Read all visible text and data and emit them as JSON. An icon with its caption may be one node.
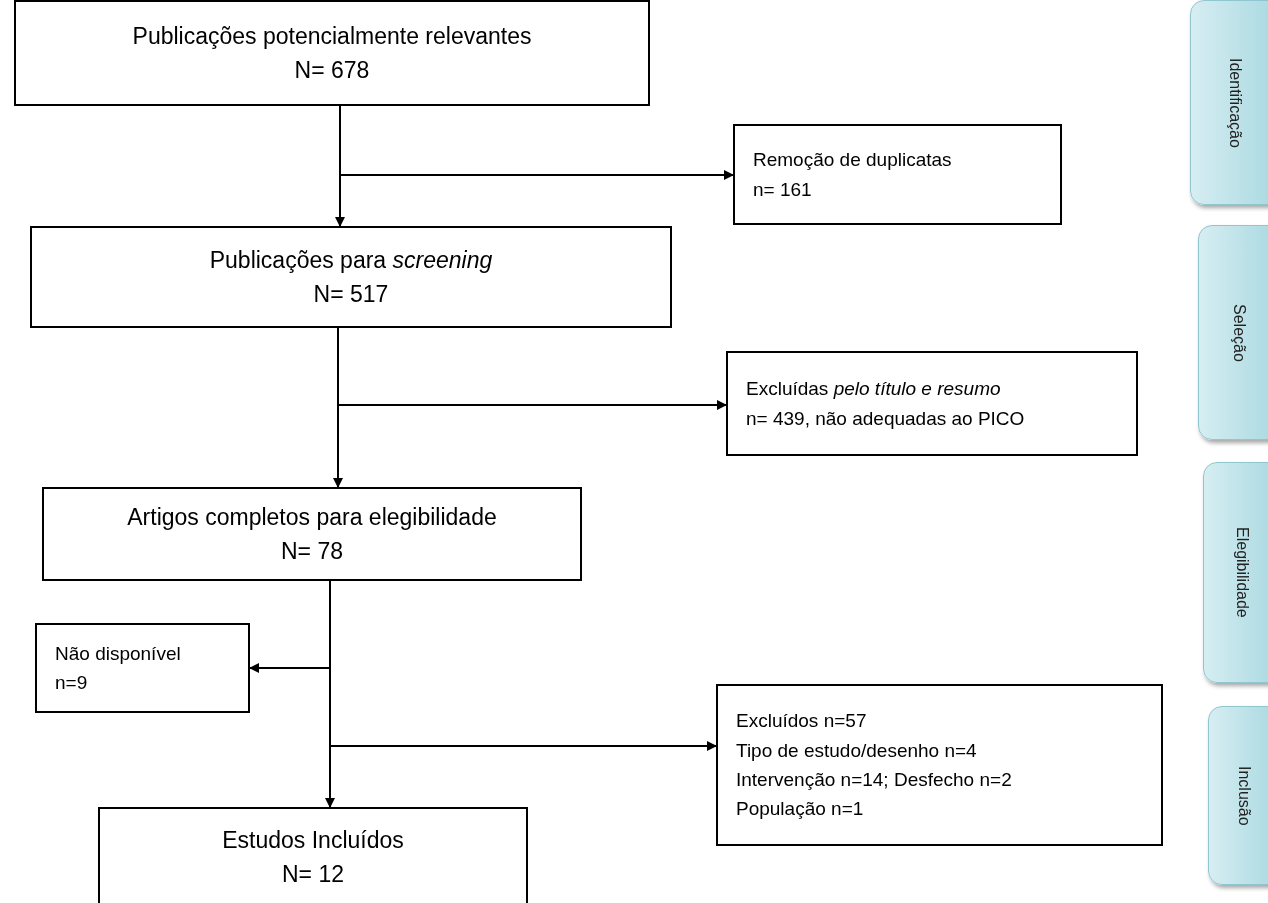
{
  "diagram": {
    "nodes": [
      {
        "text": [
          "Publicações potencialmente relevantes",
          "N= 678"
        ]
      },
      {
        "text": [
          "Remoção de duplicatas",
          "n= 161"
        ]
      },
      {
        "text": [
          "Publicações para *screening*",
          "N= 517"
        ]
      },
      {
        "text": [
          "Excluídas *pelo título e resumo*",
          "n= 439, não adequadas ao PICO"
        ]
      },
      {
        "text": [
          "Artigos completos para elegibilidade",
          "N= 78"
        ]
      },
      {
        "text": [
          "Não disponível",
          "n=9"
        ]
      },
      {
        "text": [
          "Excluídos n=57",
          "Tipo de estudo/desenho n=4",
          "Intervenção n=14; Desfecho n=2",
          "População n=1"
        ]
      },
      {
        "text": [
          "Estudos Incluídos",
          "N= 12"
        ]
      },
      {
        "text": [
          "Identificação"
        ]
      },
      {
        "text": [
          "Seleção"
        ]
      },
      {
        "text": [
          "Elegibilidade"
        ]
      },
      {
        "text": [
          "Inclusão"
        ]
      }
    ],
    "edges": [
      {
        "from": 0,
        "to": 2,
        "arrow": "to"
      },
      {
        "from": 0,
        "to": 1,
        "arrow": "to"
      },
      {
        "from": 2,
        "to": 4,
        "arrow": "to"
      },
      {
        "from": 2,
        "to": 3,
        "arrow": "to"
      },
      {
        "from": 4,
        "to": 7,
        "arrow": "to"
      },
      {
        "from": 4,
        "to": 5,
        "arrow": "to"
      },
      {
        "from": 4,
        "to": 6,
        "arrow": "to"
      }
    ]
  }
}
